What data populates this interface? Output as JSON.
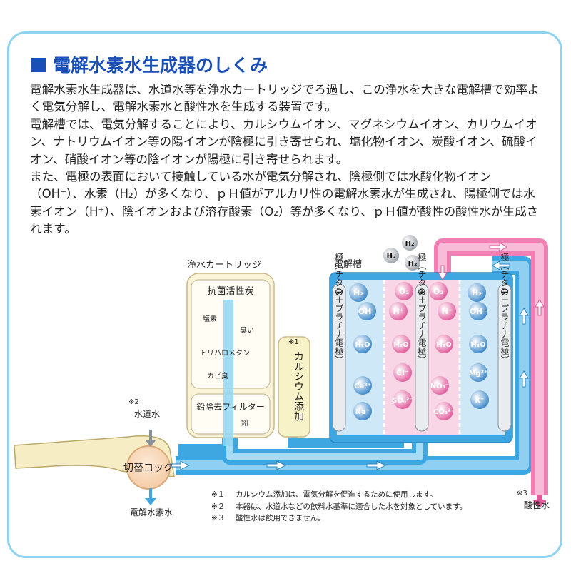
{
  "title": "電解水素水生成器のしくみ",
  "paragraphs": [
    "電解水素水生成器は、水道水等を浄水カートリッジでろ過し、この浄水を大きな電解槽で効率よく電気分解し、電解水素水と酸性水を生成する装置です。",
    "電解槽では、電気分解することにより、カルシウムイオン、マグネシウムイオン、カリウムイオン、ナトリウムイオン等の陽イオンが陰極に引き寄せられ、塩化物イオン、炭酸イオン、硫酸イオン、硝酸イオン等の陰イオンが陽極に引き寄せられます。",
    "また、電極の表面において接触している水が電気分解され、陰極側では水酸化物イオン（OH⁻）、水素（H₂）が多くなり、ｐＨ値がアルカリ性の電解水素水が生成され、陽極側では水素イオン（H⁺）、陰イオンおよび溶存酸素（O₂）等が多くなり、ｐＨ値が酸性の酸性水が生成されます。"
  ],
  "labels": {
    "cartridge": "浄水カートリッジ",
    "carbon": "抗菌活性炭",
    "chlorine": "塩素",
    "odor": "臭い",
    "trihalomethane": "トリハロメタン",
    "mold_odor": "カビ臭",
    "lead_filter": "鉛除去フィルター",
    "lead": "鉛",
    "calcium_mark": "※1",
    "calcium": "カルシウム添加",
    "cell": "電解槽",
    "tap_mark": "※2",
    "tap_water": "水道水",
    "valve": "切替コック",
    "hydrogen_water": "電解水素水",
    "acid_mark": "※3",
    "acid_water": "酸性水"
  },
  "electrodes": {
    "minus": "⊖",
    "plus": "⊕",
    "minus_text": "極（チタン＋プラチナ電極）",
    "plus_text": "極（チタン＋プラチナ電極）"
  },
  "molecules": {
    "h2": "H₂",
    "oh": "OH⁻",
    "h2o": "H₂O",
    "o2": "O₂",
    "hplus": "H⁺",
    "cl": "Cl⁻",
    "so4": "SO₄²⁻",
    "no3": "NO₃⁻",
    "co3": "CO₃²⁻",
    "ca": "Ca²⁺",
    "na": "Na⁺",
    "mg": "Mg²⁺",
    "k": "K⁺"
  },
  "notes": [
    {
      "mark": "※１",
      "text": "カルシウム添加は、電気分解を促進するために使用します。"
    },
    {
      "mark": "※２",
      "text": "本器は、水道水などの飲料水基準に適合した水を対象としています。"
    },
    {
      "mark": "※３",
      "text": "酸性水は飲用できません。"
    }
  ],
  "colors": {
    "title": "#1a4fb8",
    "frame": "#8fd3ef",
    "pipe_blue": "#3ea6e0",
    "pipe_pink": "#f07fb4",
    "cell_bg": "#cfe8f7",
    "cartridge": "#fbf3d8"
  }
}
